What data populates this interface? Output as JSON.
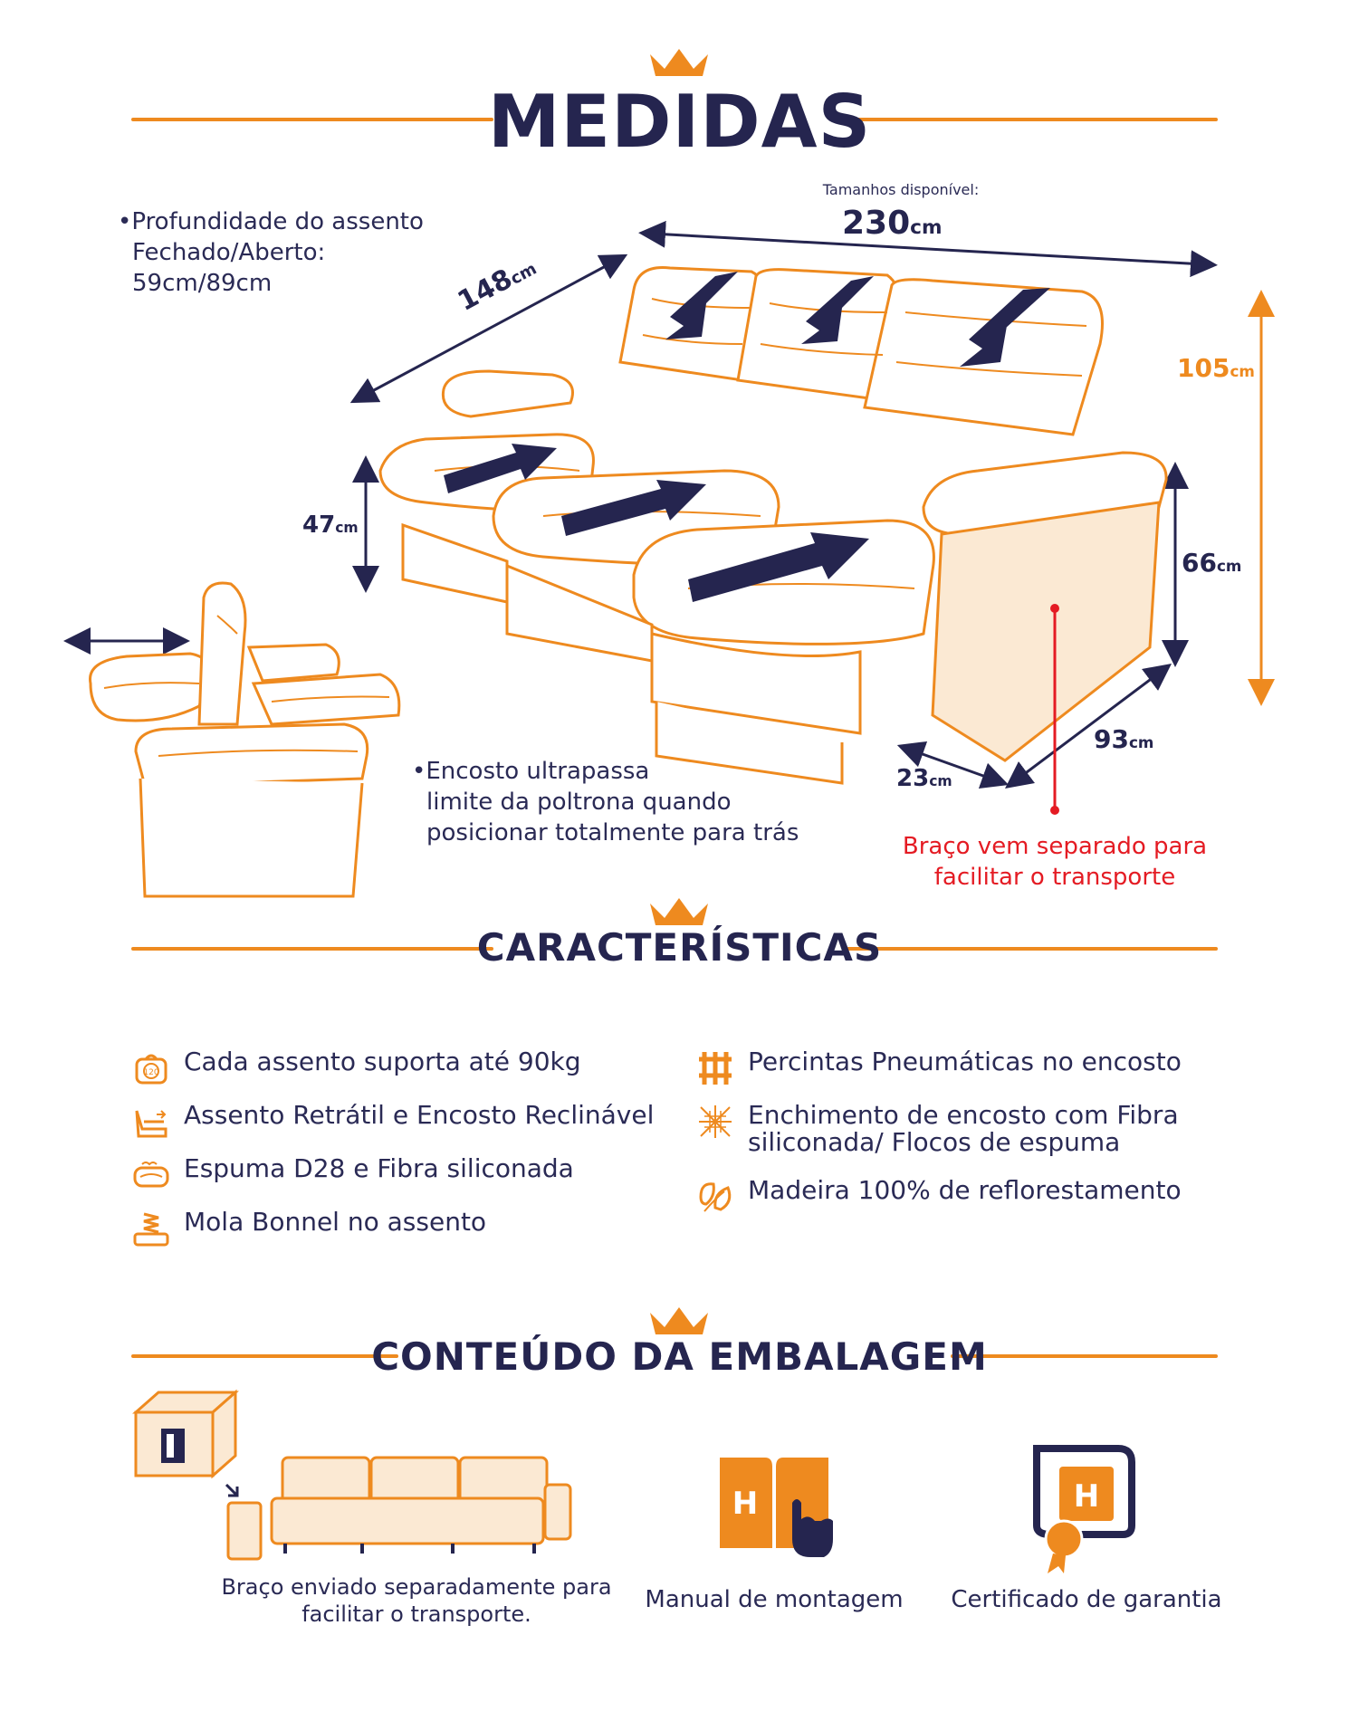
{
  "sections": {
    "medidas": "MEDIDAS",
    "caracteristicas": "CARACTERÍSTICAS",
    "conteudo": "CONTEÚDO DA EMBALAGEM"
  },
  "measures": {
    "seat_depth_line1": "Profundidade do assento",
    "seat_depth_line2": "Fechado/Aberto:",
    "seat_depth_line3": "59cm/89cm",
    "sizes_label": "Tamanhos disponível:",
    "width": "230",
    "depth": "148",
    "height": "105",
    "seat_height": "47",
    "arm_height": "66",
    "arm_depth": "93",
    "arm_width": "23",
    "unit": "cm",
    "backrest_note_1": "Encosto ultrapassa",
    "backrest_note_2": "limite da poltrona quando",
    "backrest_note_3": "posicionar totalmente para trás",
    "arm_note_1": "Braço vem separado para",
    "arm_note_2": "facilitar o transporte"
  },
  "features": {
    "left": [
      {
        "icon": "weight-120-icon",
        "label": "Cada assento suporta até 90kg"
      },
      {
        "icon": "recliner-icon",
        "label": "Assento Retrátil e Encosto Reclinável"
      },
      {
        "icon": "foam-icon",
        "label": "Espuma D28 e Fibra siliconada"
      },
      {
        "icon": "spring-icon",
        "label": "Mola Bonnel no assento"
      }
    ],
    "right": [
      {
        "icon": "straps-icon",
        "label": "Percintas Pneumáticas no encosto"
      },
      {
        "icon": "fiber-icon",
        "label": "Enchimento de encosto com Fibra siliconada/ Flocos de espuma"
      },
      {
        "icon": "leaf-icon",
        "label": "Madeira 100% de reflorestamento"
      }
    ]
  },
  "package": {
    "item1_line1": "Braço enviado separadamente para",
    "item1_line2": "facilitar o transporte.",
    "item2": "Manual de montagem",
    "item3": "Certificado de garantia",
    "icon_letter": "H",
    "weight_badge": "120"
  },
  "colors": {
    "navy": "#25254f",
    "orange": "#ee8a1f",
    "red": "#e41b23",
    "light_orange": "#fbe9d3"
  }
}
